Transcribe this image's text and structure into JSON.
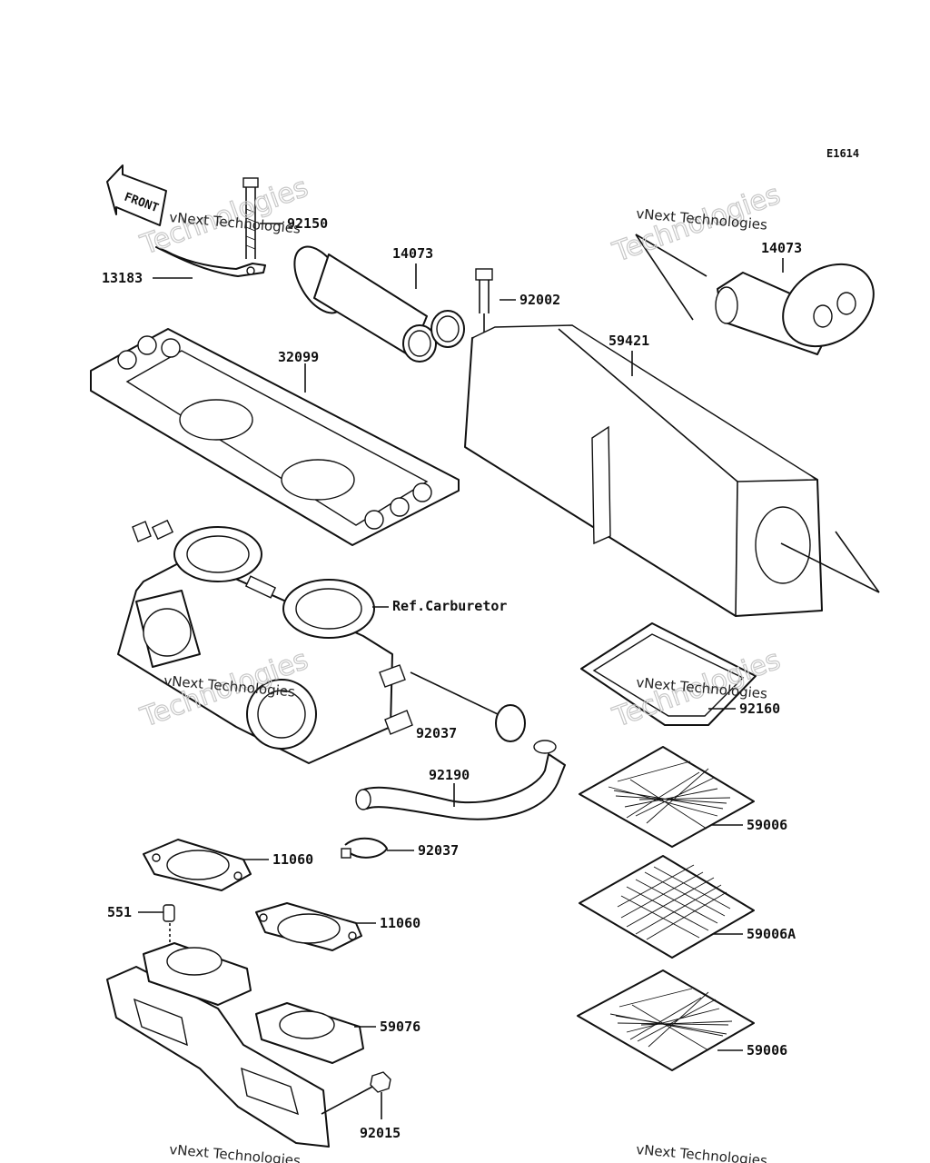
{
  "diagram": {
    "code": "E1614",
    "front_label": "FRONT",
    "watermark_line1": "vNext Technologies",
    "watermark_line2": "Technologies",
    "reference_label": "Ref.Carburetor",
    "callouts": [
      {
        "id": "c-92150",
        "text": "92150"
      },
      {
        "id": "c-13183",
        "text": "13183"
      },
      {
        "id": "c-14073-left",
        "text": "14073"
      },
      {
        "id": "c-14073-right",
        "text": "14073"
      },
      {
        "id": "c-92002",
        "text": "92002"
      },
      {
        "id": "c-32099",
        "text": "32099"
      },
      {
        "id": "c-59421",
        "text": "59421"
      },
      {
        "id": "c-92160",
        "text": "92160"
      },
      {
        "id": "c-92037-top",
        "text": "92037"
      },
      {
        "id": "c-92190",
        "text": "92190"
      },
      {
        "id": "c-92037-bottom",
        "text": "92037"
      },
      {
        "id": "c-59006-top",
        "text": "59006"
      },
      {
        "id": "c-11060-top",
        "text": "11060"
      },
      {
        "id": "c-551",
        "text": "551"
      },
      {
        "id": "c-11060-bottom",
        "text": "11060"
      },
      {
        "id": "c-59006a",
        "text": "59006A"
      },
      {
        "id": "c-59076",
        "text": "59076"
      },
      {
        "id": "c-59006-bottom",
        "text": "59006"
      },
      {
        "id": "c-92015",
        "text": "92015"
      }
    ]
  }
}
